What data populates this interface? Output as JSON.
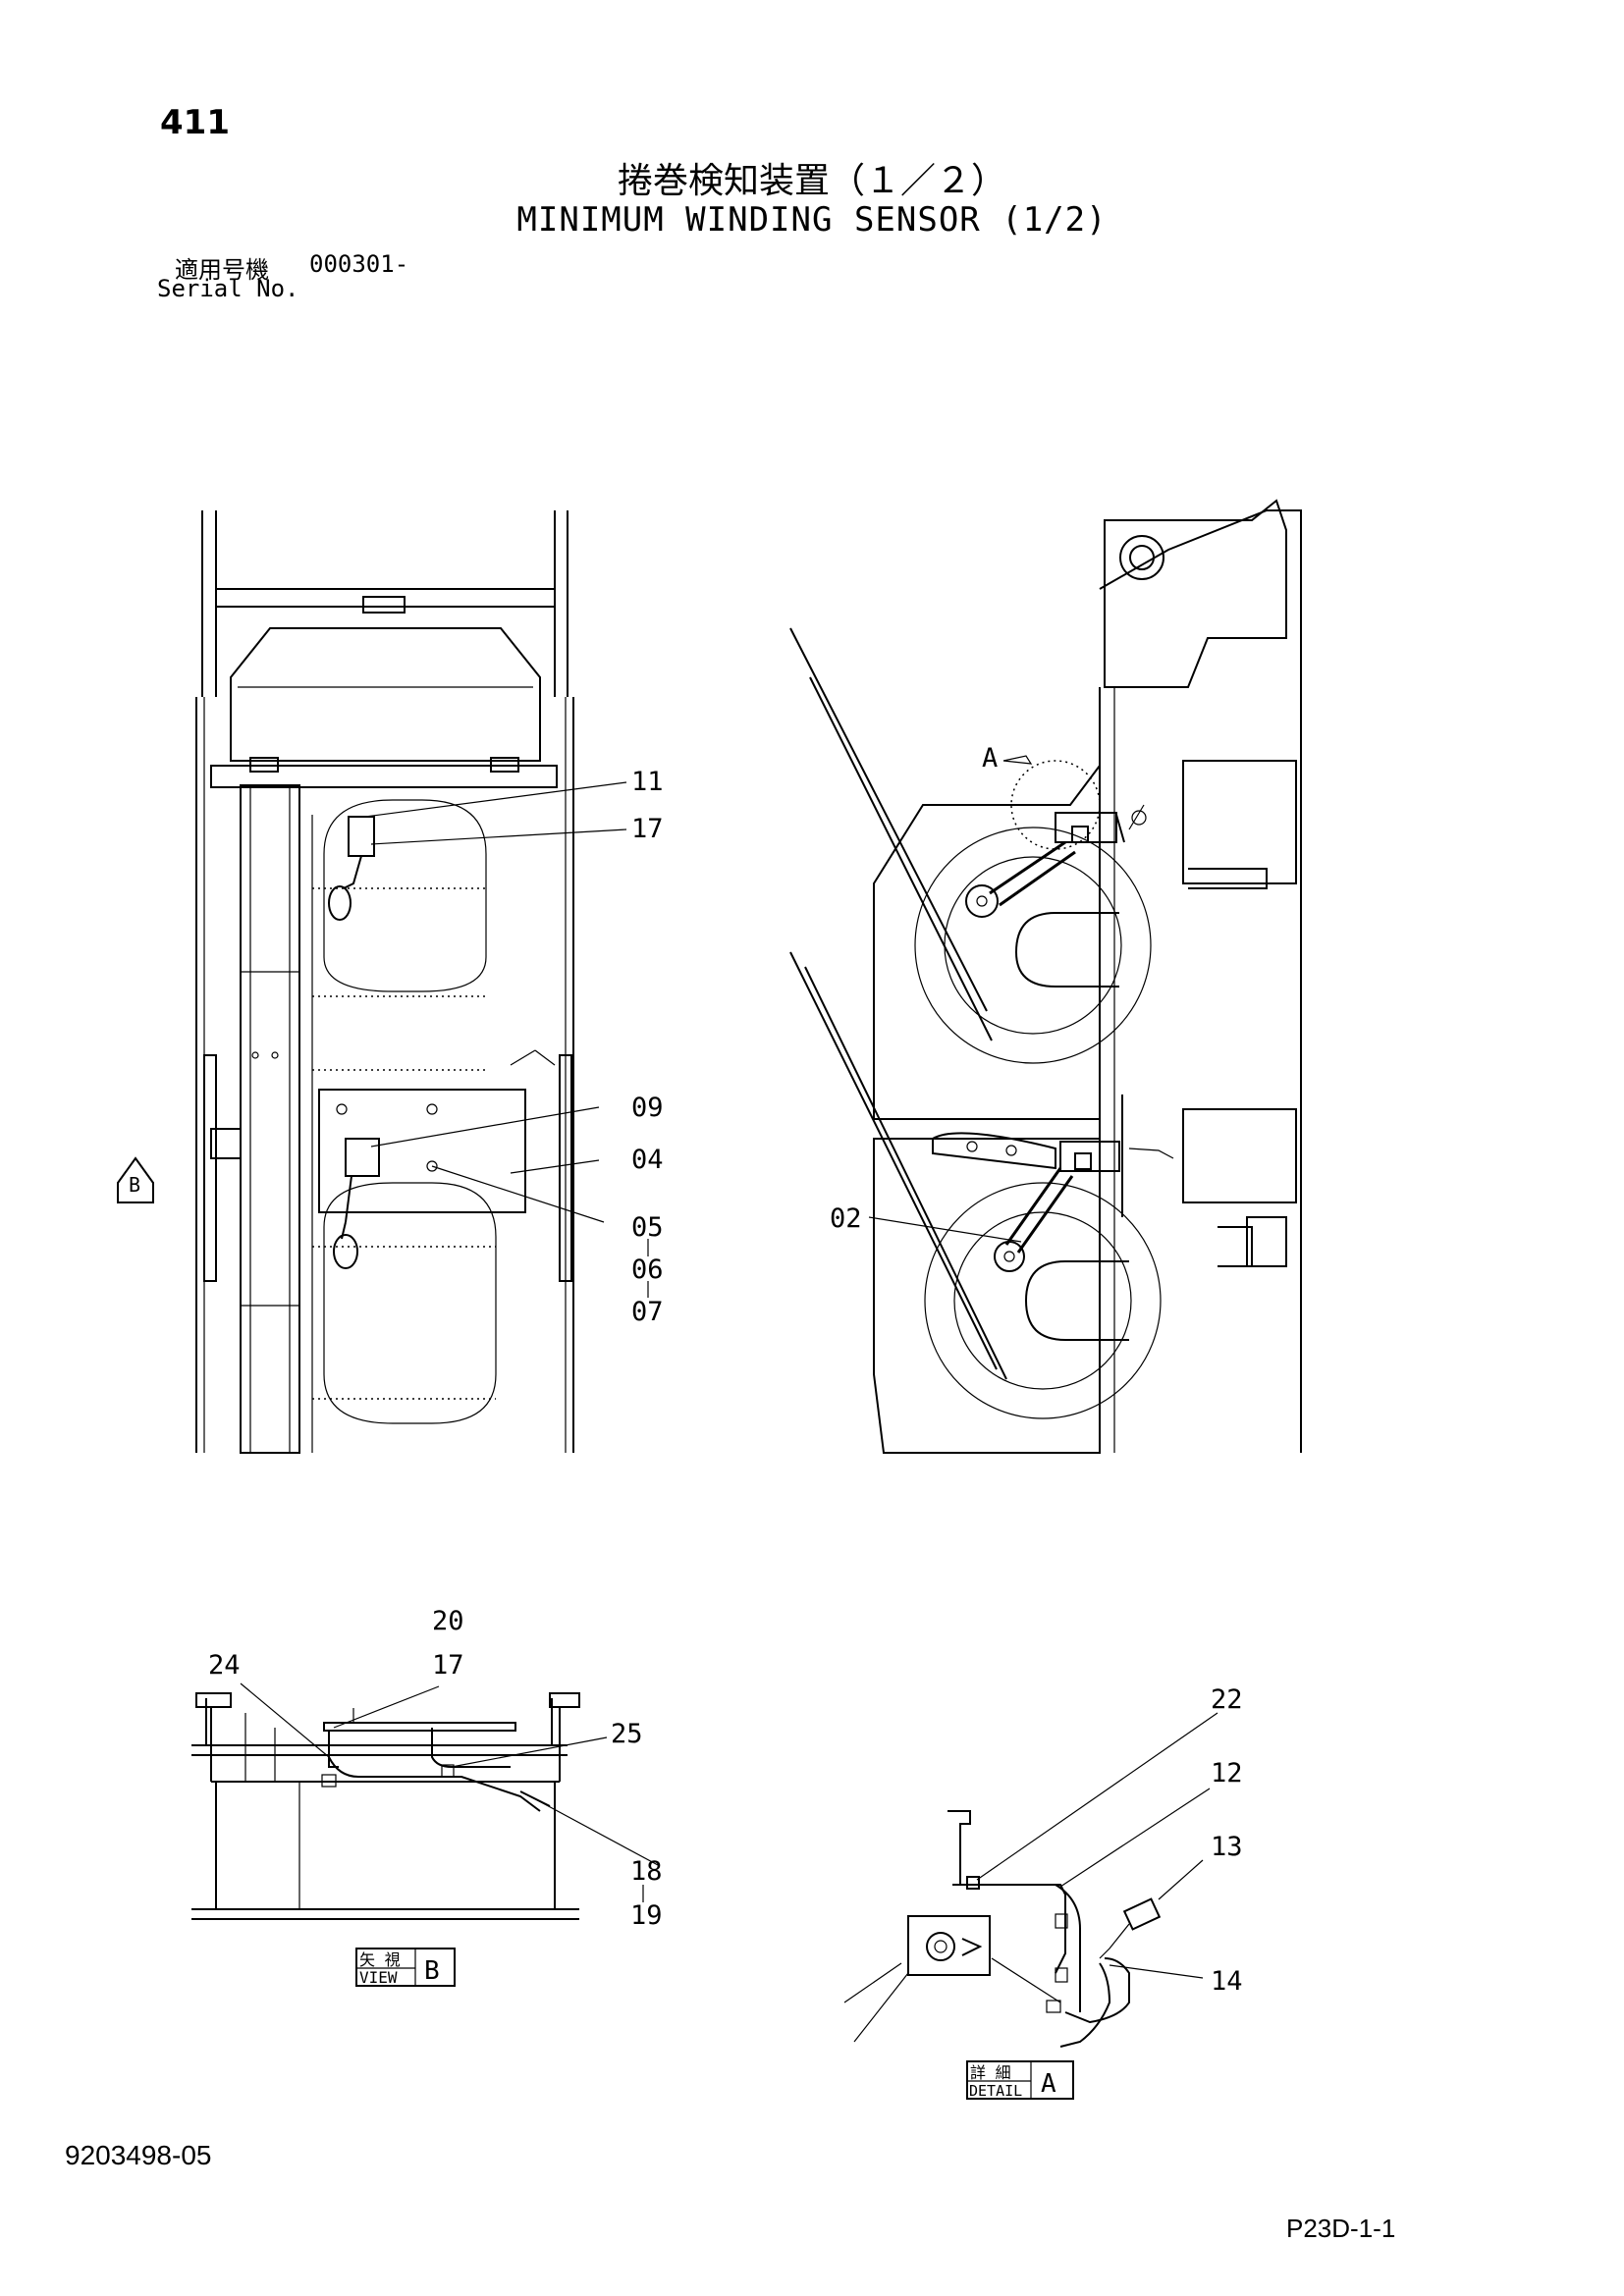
{
  "header": {
    "page_number": "411",
    "title_jp": "捲巻検知装置（１／２）",
    "title_en": "MINIMUM WINDING SENSOR (1/2)",
    "serial_label_jp": "適用号機",
    "serial_number": "000301-",
    "serial_label_en": "Serial No."
  },
  "callouts": {
    "c11": "11",
    "c17a": "17",
    "c09": "09",
    "c04": "04",
    "c05": "05",
    "c06": "06",
    "c07": "07",
    "c02": "02",
    "cA": "A",
    "cB": "B",
    "c20": "20",
    "c17b": "17",
    "c24": "24",
    "c25": "25",
    "c18": "18",
    "c19": "19",
    "c22": "22",
    "c12": "12",
    "c13": "13",
    "c14": "14"
  },
  "views": {
    "view_b_jp": "矢 視",
    "view_b_en": "VIEW",
    "view_b_letter": "B",
    "detail_a_jp": "詳 細",
    "detail_a_en": "DETAIL",
    "detail_a_letter": "A"
  },
  "footer": {
    "doc_id": "9203498-05",
    "page_code": "P23D-1-1"
  }
}
